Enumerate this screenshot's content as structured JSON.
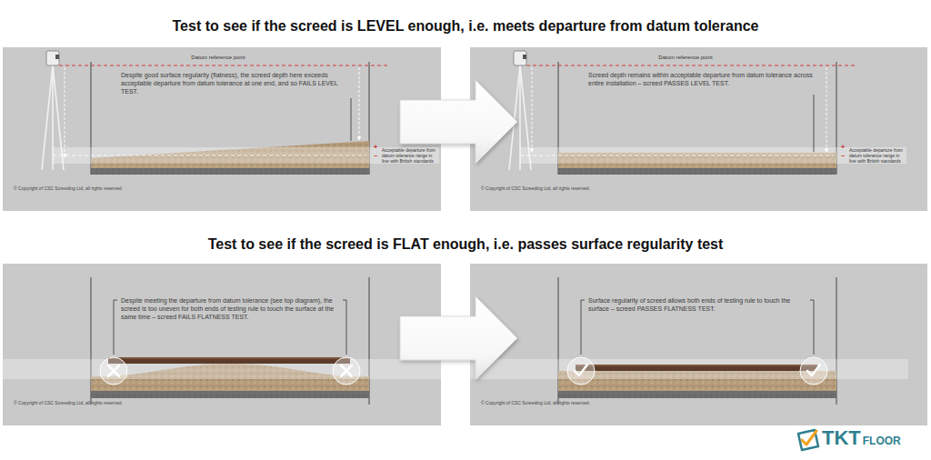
{
  "diagram": {
    "title": "Test to see if the screed is LEVEL enough, i.e. meets departure from datum tolerance",
    "nodes": [
      {
        "text": [
          "Despite good surface regularity (flatness), the screed depth here exceeds acceptable departure from datum tolerance at one end, and so FAILS LEVEL TEST."
        ]
      },
      {
        "text": [
          "Screed depth remains within acceptable departure from datum tolerance across entire installation – screed PASSES LEVEL TEST."
        ]
      },
      {
        "text": [
          "Despite meeting the departure from datum tolerance (see top diagram), the screed is too uneven for both ends of testing rule to touch the surface at the same time – screed FAILS FLATNESS TEST."
        ]
      },
      {
        "text": [
          "Surface regularity of screed allows both ends of testing rule to touch the surface – screed PASSES FLATNESS TEST."
        ]
      }
    ],
    "edges": [
      {
        "from": 0,
        "to": 1,
        "arrow": "to"
      },
      {
        "from": 2,
        "to": 3,
        "arrow": "to"
      }
    ],
    "labels": [
      "Test to see if the screed is FLAT enough, i.e. passes surface regularity test",
      "Datum reference point",
      "+",
      "−",
      "Acceptable departure from datum tolerance range in line with British standards",
      "© Copyright of CSC Screeding Ltd, all rights reserved.",
      "Datum reference point",
      "+",
      "−",
      "Acceptable departure from datum tolerance range in line with British standards",
      "© Copyright of CSC Screeding Ltd, all rights reserved.",
      "© Copyright of CSC Screeding Ltd, all rights reserved.",
      "© Copyright of CSC Screeding Ltd, all rights reserved.",
      "TKT",
      "FLOOR"
    ]
  }
}
